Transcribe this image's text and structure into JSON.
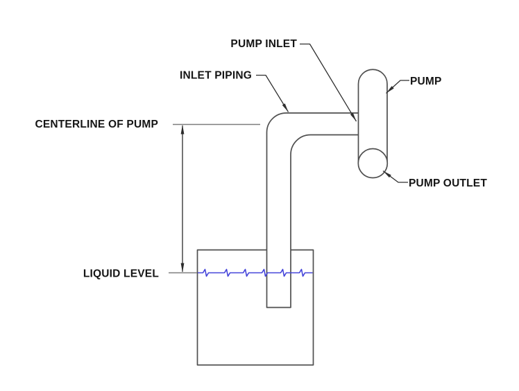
{
  "diagram": {
    "labels": {
      "pump_inlet": "PUMP INLET",
      "inlet_piping": "INLET PIPING",
      "pump": "PUMP",
      "pump_outlet": "PUMP OUTLET",
      "centerline_of_pump": "CENTERLINE OF PUMP",
      "liquid_level": "LIQUID LEVEL"
    },
    "colors": {
      "background": "#ffffff",
      "outline": "#4f4f4f",
      "leader": "#2f2f2f",
      "dimension_extension": "#7d7d7d",
      "dimension_line": "#2b2b2b",
      "liquid": "#4343d9",
      "label_text": "#151515"
    }
  }
}
